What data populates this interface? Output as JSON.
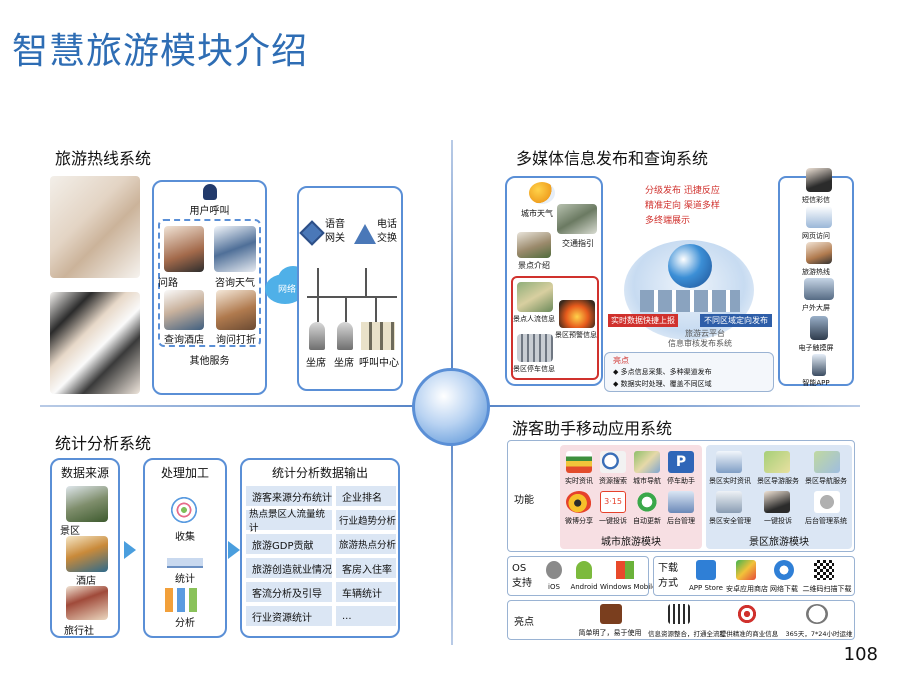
{
  "page": {
    "title": "智慧旅游模块介绍",
    "page_number": "108"
  },
  "hotline": {
    "title": "旅游热线系统",
    "user_call": "用户呼叫",
    "services": [
      "问路",
      "咨询天气",
      "查询酒店",
      "询问打折"
    ],
    "other_services": "其他服务",
    "network": "网络",
    "voice_gateway": "语音\n网关",
    "phone_exchange": "电话\n交换",
    "seat1": "坐席",
    "seat2": "坐席",
    "call_center": "呼叫中心"
  },
  "media": {
    "title": "多媒体信息发布和查询系统",
    "left_items": [
      "城市天气",
      "交通指引",
      "景点介绍",
      "景点人流信息",
      "景区预警信息",
      "景区停车信息"
    ],
    "center_lines": [
      "分级发布 迅捷反应",
      "精准定向 渠道多样",
      "多终端展示"
    ],
    "realtime_banner": "实时数据快捷上报",
    "region_banner": "不同区域定向发布",
    "platform": "旅游云平台",
    "platform_sub": "信息审核发布系统",
    "highlight_title": "亮点",
    "highlights": [
      "多点信息采集、多种渠道发布",
      "数据实时处理、覆盖不同区域"
    ],
    "right_items": [
      "短信彩信",
      "网页访问",
      "旅游热线",
      "户外大屏",
      "电子触摸屏",
      "智能APP"
    ]
  },
  "stats": {
    "title": "统计分析系统",
    "sources_title": "数据来源",
    "sources": [
      "景区",
      "酒店",
      "旅行社"
    ],
    "process_title": "处理加工",
    "process_steps": [
      "收集",
      "统计",
      "分析"
    ],
    "output_title": "统计分析数据输出",
    "outputs_left": [
      "游客来源分布统计",
      "热点景区人流量统计",
      "旅游GDP贡献",
      "旅游创造就业情况",
      "客流分析及引导",
      "行业资源统计"
    ],
    "outputs_right": [
      "企业排名",
      "行业趋势分析",
      "旅游热点分析",
      "客房入住率",
      "车辆统计",
      "..."
    ]
  },
  "mobile": {
    "title": "游客助手移动应用系统",
    "function_label": "功能",
    "city_module": "城市旅游模块",
    "scenic_module": "景区旅游模块",
    "city_icons": [
      "实时资讯",
      "资源搜索",
      "城市导航",
      "停车助手",
      "微博分享",
      "一键投诉",
      "自动更新",
      "后台管理"
    ],
    "scenic_icons": [
      "景区实时资讯",
      "景区导游服务",
      "景区导航服务",
      "景区安全管理",
      "一键投诉",
      "后台管理系统"
    ],
    "os_label": "OS\n支持",
    "os_list": [
      "iOS",
      "Android",
      "Windows Mobile"
    ],
    "download_label": "下载\n方式",
    "download_list": [
      "APP Store",
      "安卓应用商店",
      "网络下载",
      "二维码扫描下载"
    ],
    "highlight_label": "亮点",
    "highlight_list": [
      "简单明了，易于使用",
      "信息资源整合，打通全流程",
      "提供精准的商业信息",
      "365天，7*24小时运维"
    ]
  },
  "colors": {
    "accent": "#2e6db4",
    "border": "#5a8fd6",
    "cell_bg": "#dbe6f4",
    "highlight_red": "#d0312d",
    "pink_panel": "#f7dfe3"
  }
}
